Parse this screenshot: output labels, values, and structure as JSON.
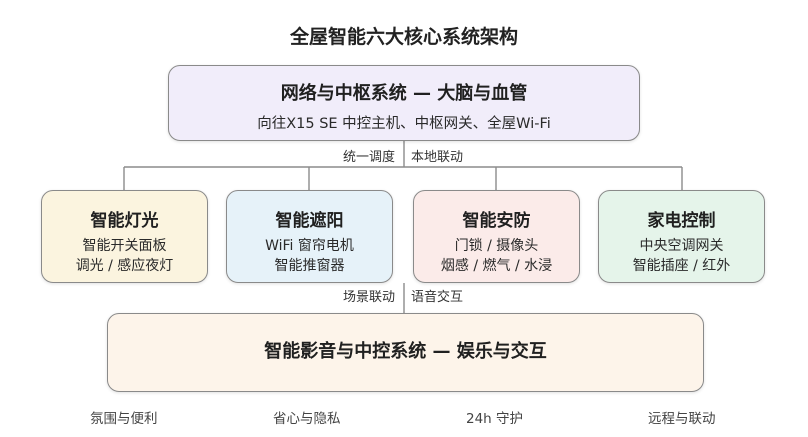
{
  "title": "全屋智能六大核心系统架构",
  "core": {
    "heading": "网络与中枢系统 — 大脑与血管",
    "subtitle": "向往X15 SE 中控主机、中枢网关、全屋Wi-Fi"
  },
  "links": {
    "top_left": "统一调度",
    "top_right": "本地联动",
    "bottom_left": "场景联动",
    "bottom_right": "语音交互"
  },
  "modules": [
    {
      "title": "智能灯光",
      "lines": [
        "智能开关面板",
        "调光 / 感应夜灯"
      ]
    },
    {
      "title": "智能遮阳",
      "lines": [
        "WiFi 窗帘电机",
        "智能推窗器"
      ]
    },
    {
      "title": "智能安防",
      "lines": [
        "门锁 / 摄像头",
        "烟感 / 燃气 / 水浸"
      ]
    },
    {
      "title": "家电控制",
      "lines": [
        "中央空调网关",
        "智能插座 / 红外"
      ]
    }
  ],
  "av_system": {
    "heading": "智能影音与中控系统 — 娱乐与交互"
  },
  "footer": [
    "氛围与便利",
    "省心与隐私",
    "24h 守护",
    "远程与联动"
  ]
}
